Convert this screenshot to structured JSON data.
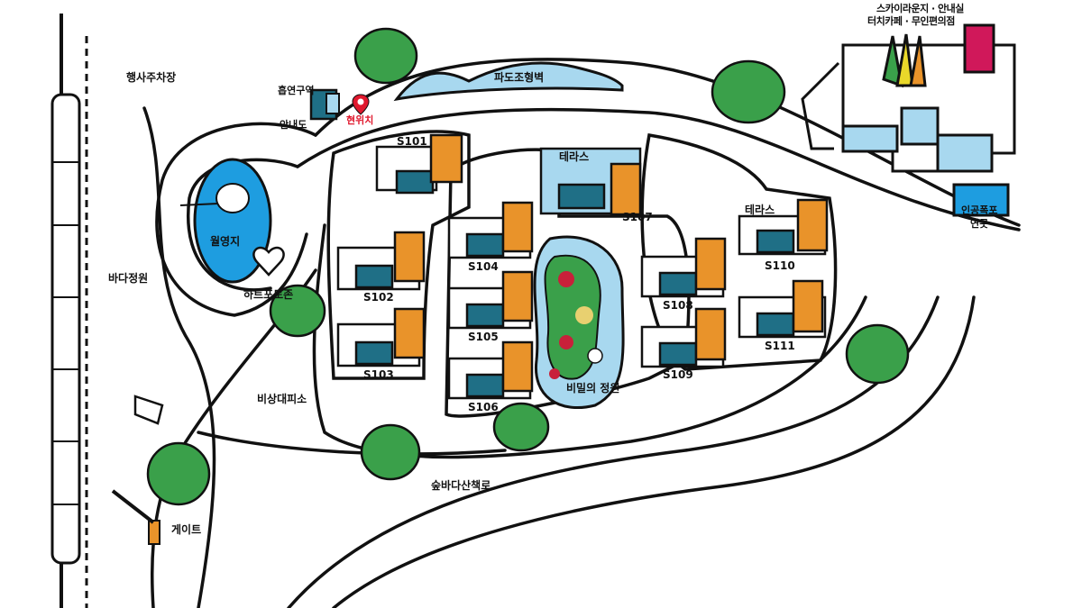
{
  "map": {
    "labels": {
      "event_parking": "행사주차장",
      "smoking_area": "흡연구역",
      "info_board": "안내도",
      "current_location": "현위치",
      "wave_wall": "파도조형벽",
      "moon_pond": "월영지",
      "heart_photo_zone": "하트포토존",
      "sea_garden": "바다정원",
      "emergency_shelter": "비상대피소",
      "gate": "게이트",
      "forest_sea_trail": "숲바다산책로",
      "secret_garden": "비밀의 정원",
      "terrace_1": "테라스",
      "terrace_2": "테라스",
      "sky_lounge": "스카이라운지 · 안내실",
      "touch_cafe": "터치카페 · 무인편의점",
      "artificial_waterfall_1": "인공폭포",
      "artificial_waterfall_2": "연못"
    },
    "units": {
      "s101": "S101",
      "s102": "S102",
      "s103": "S103",
      "s104": "S104",
      "s105": "S105",
      "s106": "S106",
      "s107": "S107",
      "s108": "S108",
      "s109": "S109",
      "s110": "S110",
      "s111": "S111"
    },
    "colors": {
      "road": "#111111",
      "water": "#1e9de0",
      "water_light": "#a8d8ef",
      "roof": "#e9932a",
      "building_teal": "#1f6f86",
      "tree": "#3aa04a",
      "marker": "#e0182d"
    }
  }
}
